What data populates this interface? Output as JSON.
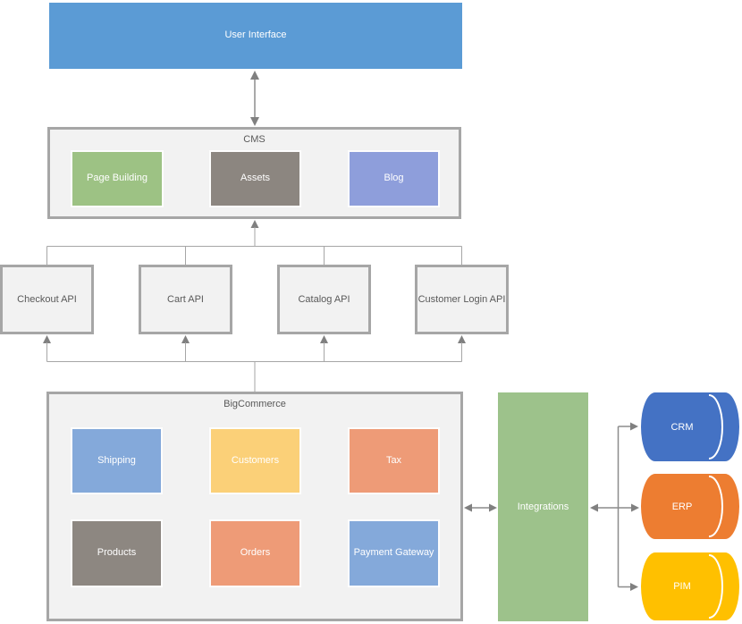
{
  "user_interface": {
    "label": "User Interface",
    "color": "#5B9BD5"
  },
  "cms": {
    "label": "CMS",
    "children": [
      {
        "label": "Page Building",
        "color": "#9DC284"
      },
      {
        "label": "Assets",
        "color": "#8C8680"
      },
      {
        "label": "Blog",
        "color": "#8E9EDB"
      }
    ]
  },
  "apis": [
    {
      "label": "Checkout API"
    },
    {
      "label": "Cart API"
    },
    {
      "label": "Catalog API"
    },
    {
      "label": "Customer Login API"
    }
  ],
  "bigcommerce": {
    "label": "BigCommerce",
    "children": [
      {
        "label": "Shipping",
        "color": "#84A9DA"
      },
      {
        "label": "Customers",
        "color": "#FBD078"
      },
      {
        "label": "Tax",
        "color": "#EE9B77"
      },
      {
        "label": "Products",
        "color": "#8D8781"
      },
      {
        "label": "Orders",
        "color": "#EE9B77"
      },
      {
        "label": "Payment Gateway",
        "color": "#84A9DA"
      }
    ]
  },
  "integrations": {
    "label": "Integrations",
    "color": "#9DC28B"
  },
  "datastores": [
    {
      "label": "CRM",
      "color": "#4472C4"
    },
    {
      "label": "ERP",
      "color": "#ED7D31"
    },
    {
      "label": "PIM",
      "color": "#FFC000"
    }
  ],
  "colors": {
    "container_fill": "#F2F2F2",
    "container_border": "#A6A6A6",
    "connector_line": "#A6A6A6",
    "arrow": "#808080",
    "label_text": "#595959"
  }
}
